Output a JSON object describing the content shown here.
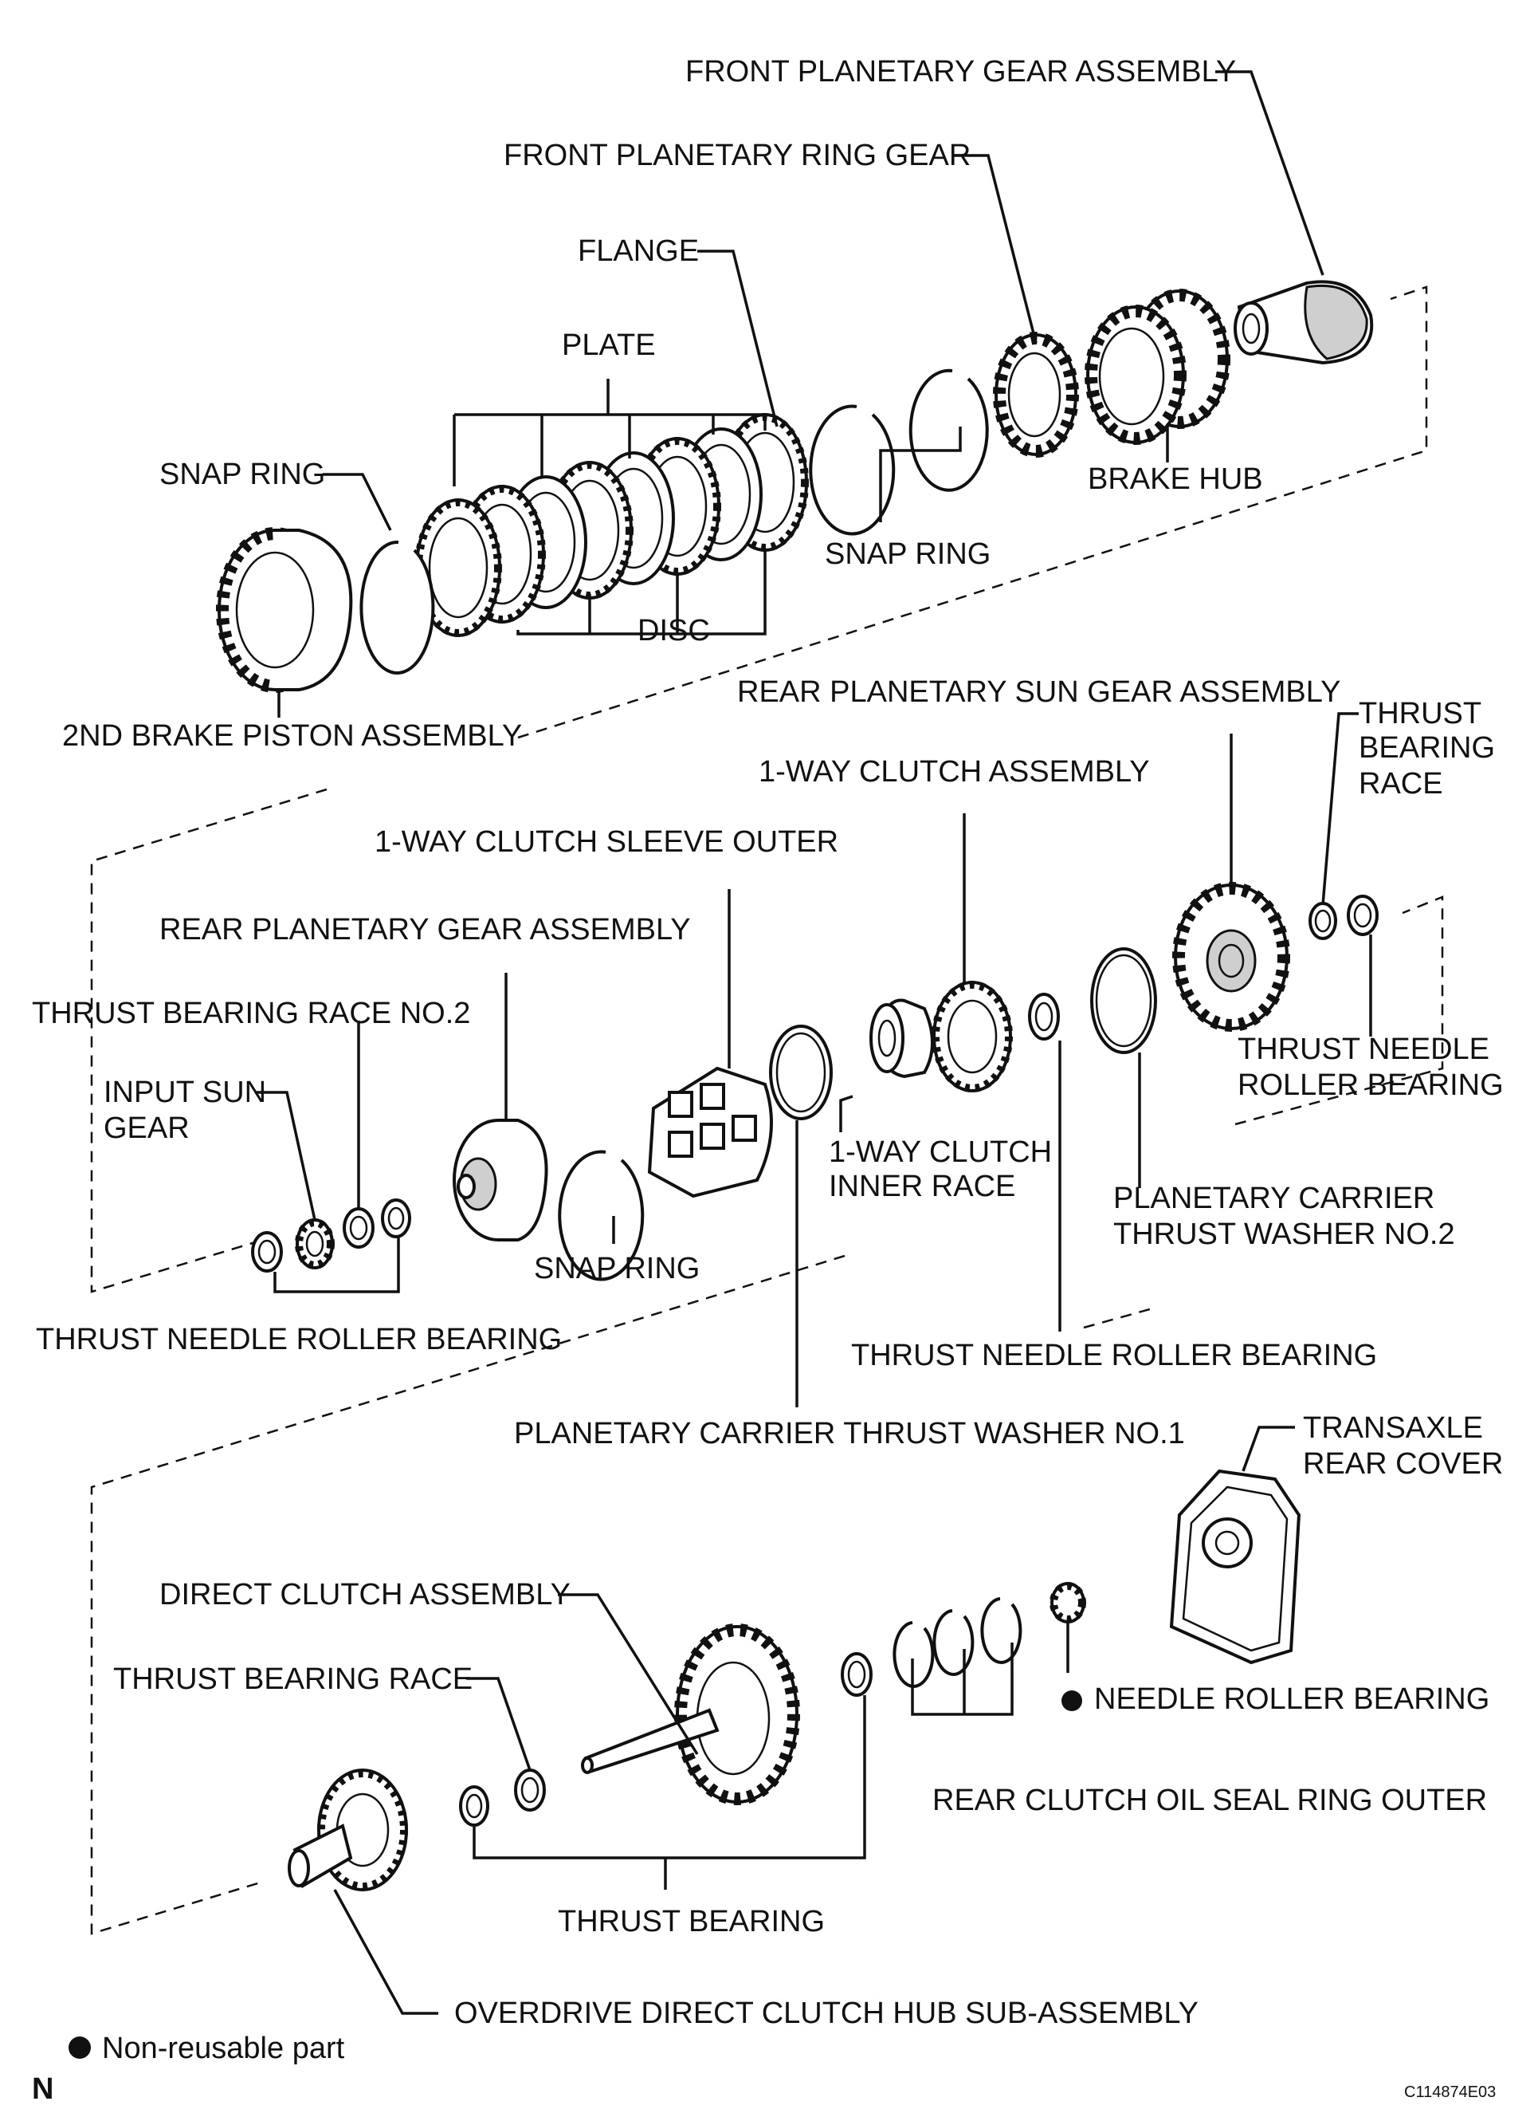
{
  "labels": {
    "front_planetary_gear_assembly": "FRONT PLANETARY GEAR ASSEMBLY",
    "front_planetary_ring_gear": "FRONT PLANETARY RING GEAR",
    "flange": "FLANGE",
    "plate": "PLATE",
    "snap_ring_top_left": "SNAP RING",
    "brake_hub": "BRAKE HUB",
    "snap_ring_top_right": "SNAP RING",
    "disc": "DISC",
    "second_brake_piston_assembly": "2ND BRAKE PISTON ASSEMBLY",
    "rear_planetary_sun_gear_assembly": "REAR PLANETARY SUN GEAR ASSEMBLY",
    "thrust_bearing_race_right": [
      "THRUST",
      "BEARING",
      "RACE"
    ],
    "one_way_clutch_assembly": "1-WAY CLUTCH ASSEMBLY",
    "one_way_clutch_sleeve_outer": "1-WAY CLUTCH SLEEVE OUTER",
    "rear_planetary_gear_assembly": "REAR PLANETARY GEAR ASSEMBLY",
    "thrust_bearing_race_no2": "THRUST BEARING RACE NO.2",
    "thrust_needle_roller_bearing_right": [
      "THRUST NEEDLE",
      "ROLLER BEARING"
    ],
    "input_sun_gear": [
      "INPUT SUN",
      "GEAR"
    ],
    "one_way_clutch_inner_race": [
      "1-WAY CLUTCH",
      "INNER RACE"
    ],
    "planetary_carrier_thrust_washer_no2": [
      "PLANETARY CARRIER",
      "THRUST WASHER NO.2"
    ],
    "snap_ring_middle": "SNAP RING",
    "thrust_needle_roller_bearing_left": "THRUST NEEDLE ROLLER BEARING",
    "thrust_needle_roller_bearing_middle": "THRUST NEEDLE ROLLER BEARING",
    "planetary_carrier_thrust_washer_no1": "PLANETARY CARRIER THRUST WASHER NO.1",
    "transaxle_rear_cover": [
      "TRANSAXLE",
      "REAR COVER"
    ],
    "direct_clutch_assembly": "DIRECT CLUTCH ASSEMBLY",
    "thrust_bearing_race_bottom": "THRUST BEARING RACE",
    "needle_roller_bearing": "NEEDLE ROLLER BEARING",
    "rear_clutch_oil_seal_ring_outer": "REAR CLUTCH OIL SEAL RING OUTER",
    "thrust_bearing": "THRUST BEARING",
    "overdrive_direct_clutch_hub": "OVERDRIVE DIRECT CLUTCH HUB SUB-ASSEMBLY"
  },
  "legend": {
    "non_reusable": "Non-reusable part"
  },
  "corner": {
    "left_code": "N",
    "right_code": "C114874E03"
  }
}
